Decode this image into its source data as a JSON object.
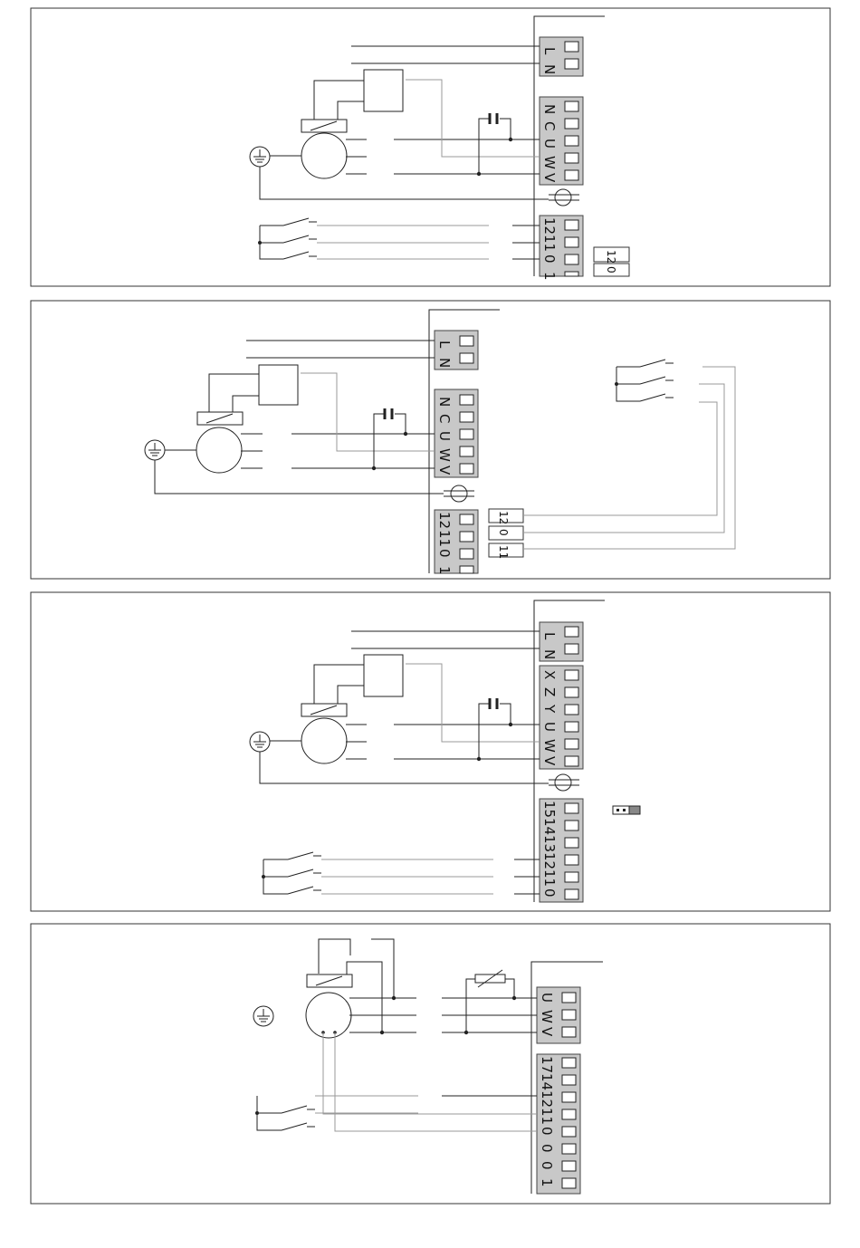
{
  "panels": [
    {
      "blocks": [
        {
          "labels": [
            "L",
            "N"
          ]
        },
        {
          "labels": [
            "N",
            "C",
            "U",
            "W",
            "V"
          ]
        },
        {
          "labels": [
            "12",
            "11",
            "0",
            "1"
          ]
        }
      ],
      "tags": [
        "12",
        "0"
      ]
    },
    {
      "blocks": [
        {
          "labels": [
            "L",
            "N"
          ]
        },
        {
          "labels": [
            "N",
            "C",
            "U",
            "W",
            "V"
          ]
        },
        {
          "labels": [
            "12",
            "11",
            "0",
            "1"
          ]
        }
      ],
      "tags": [
        "12",
        "0",
        "11"
      ]
    },
    {
      "blocks": [
        {
          "labels": [
            "L",
            "N"
          ]
        },
        {
          "labels": [
            "X",
            "Z",
            "Y",
            "U",
            "W",
            "V"
          ]
        },
        {
          "labels": [
            "15",
            "14",
            "13",
            "12",
            "11",
            "0"
          ]
        }
      ],
      "tags": []
    },
    {
      "blocks": [
        {
          "labels": [
            "U",
            "W",
            "V"
          ]
        },
        {
          "labels": [
            "17",
            "14",
            "12",
            "11",
            "0",
            "0",
            "0",
            "1"
          ]
        }
      ],
      "tags": []
    }
  ]
}
